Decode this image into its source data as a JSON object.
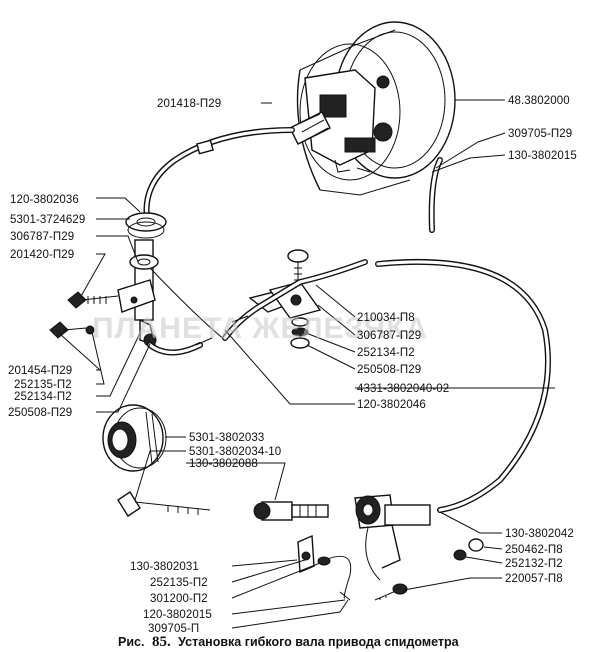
{
  "labels": {
    "l_201418": "201418-П29",
    "l_48_3802000": "48.3802000",
    "l_309705_p29_top": "309705-П29",
    "l_130_3802015_top": "130-3802015",
    "l_120_3802036": "120-3802036",
    "l_5301_3724629": "5301-3724629",
    "l_306787_left": "306787-П29",
    "l_201420": "201420-П29",
    "l_210034": "210034-П8",
    "l_306787_mid": "306787-П29",
    "l_252134_mid": "252134-П2",
    "l_250508_mid": "250508-П29",
    "l_4331": "4331-3802040-02",
    "l_120_3802046": "120-3802046",
    "l_201454": "201454-П29",
    "l_252135_left": "252135-П2",
    "l_252134_left": "252134-П2",
    "l_250508_left": "250508-П29",
    "l_5301_3802033": "5301-3802033",
    "l_5301_3802034": "5301-3802034-10",
    "l_130_3802088": "130-3802088",
    "l_130_3802042": "130-3802042",
    "l_250462": "250462-П8",
    "l_252132": "252132-П2",
    "l_220057": "220057-П8",
    "l_130_3802031": "130-3802031",
    "l_252135_bot": "252135-П2",
    "l_301200": "301200-П2",
    "l_120_3802015": "120-3802015",
    "l_309705_bot": "309705-П"
  },
  "caption": {
    "prefix": "Рис.",
    "number": "85.",
    "text": "Установка гибкого вала привода спидометра"
  },
  "watermark": "ПЛАНЕТА ЖЕЛЕЗЯКА"
}
